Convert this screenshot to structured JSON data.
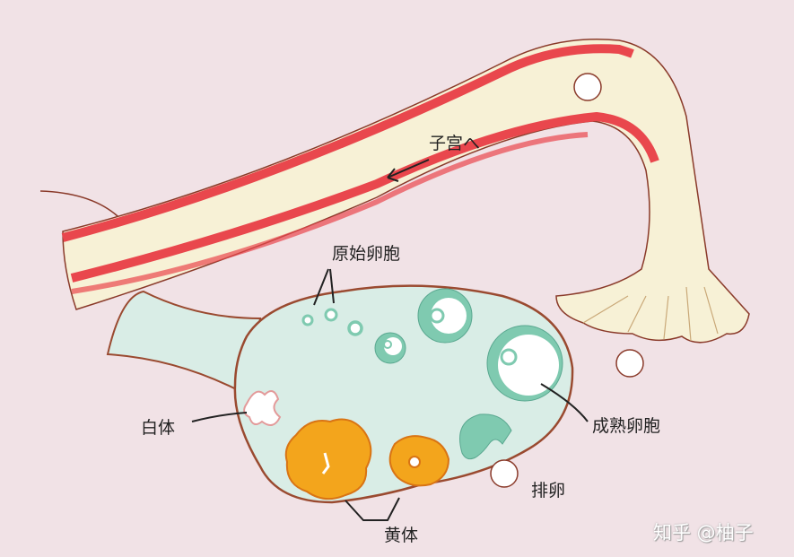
{
  "labels": {
    "uterus": "子宫へ",
    "primordial_follicle": "原始卵胞",
    "mature_follicle": "成熟卵胞",
    "corpus_albicans": "白体",
    "corpus_luteum": "黄体",
    "ovulation": "排卵"
  },
  "watermark": "知乎 @柚子",
  "colors": {
    "background": "#f1e2e6",
    "tube_wall": "#e9474d",
    "tube_inner": "#f7f1d6",
    "ovary": "#d9ede6",
    "follicle": "#7fcab0",
    "corpus_luteum": "#f3a51c"
  }
}
